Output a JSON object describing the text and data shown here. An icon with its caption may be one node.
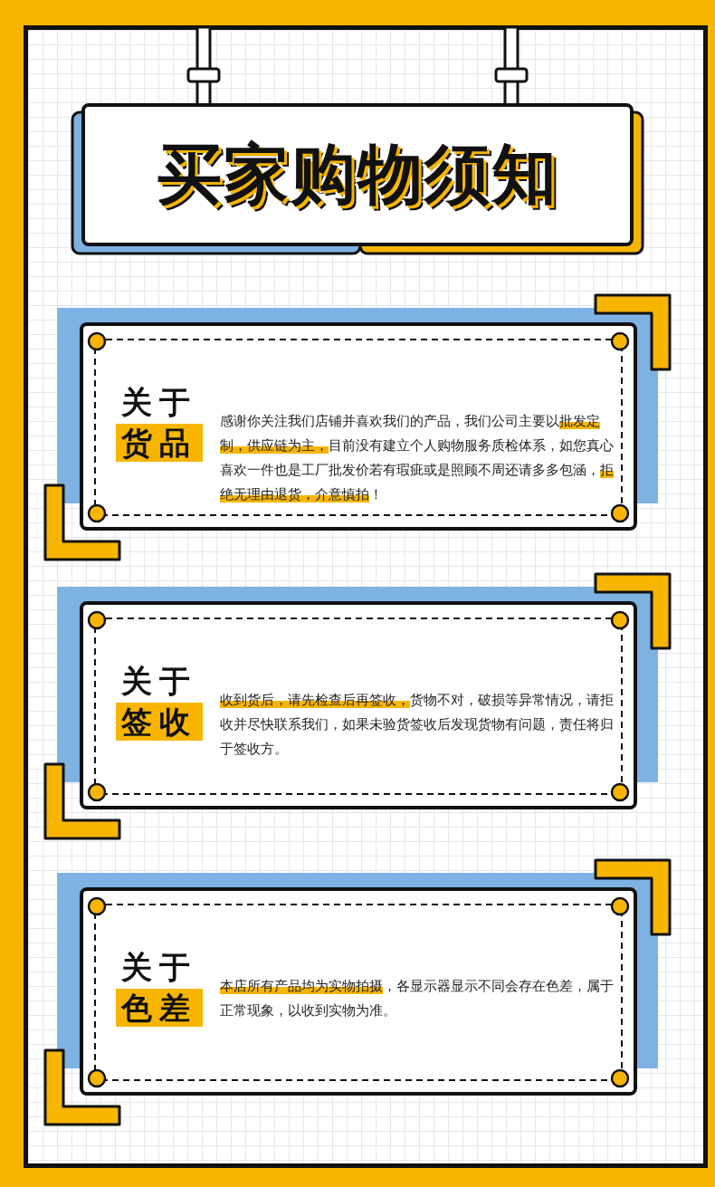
{
  "diagram": {
    "nodes": [
      {
        "text": [
          "买家购物须知"
        ]
      },
      {
        "text": [
          "关于",
          "货品",
          "感谢你关注我们店铺并喜欢我们的产品，我们公司主要以**批发定制，供应链为主，**目前没有建立个人购物服务质检体系，如您真心喜欢一件也是工厂批发价若有瑕疵或是照顾不周还请多多包涵，**拒绝无理由退货，介意慎拍**！"
        ]
      },
      {
        "text": [
          "关于",
          "签收",
          "**收到货后，请先检查后再签收，**货物不对，破损等异常情况，请拒收并尽快联系我们，如果未验货签收后发现货物有问题，责任将归于签收方。"
        ]
      },
      {
        "text": [
          "关于",
          "色差",
          "**本店所有产品均为实物拍摄**，各显示器显示不同会存在色差，属于正常现象，以收到实物为准。"
        ]
      }
    ]
  }
}
